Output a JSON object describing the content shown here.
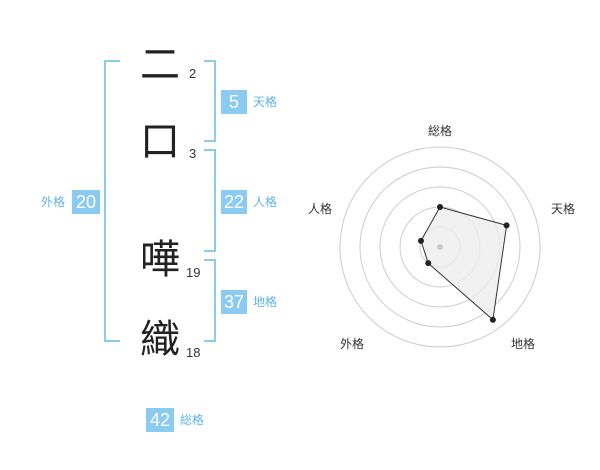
{
  "name_chars": [
    {
      "char": "二",
      "strokes": "2"
    },
    {
      "char": "口",
      "strokes": "3"
    },
    {
      "char": "嘩",
      "strokes": "19"
    },
    {
      "char": "織",
      "strokes": "18"
    }
  ],
  "fortunes": {
    "tenkaku": {
      "value": "5",
      "label": "天格"
    },
    "jinkaku": {
      "value": "22",
      "label": "人格"
    },
    "chikaku": {
      "value": "37",
      "label": "地格"
    },
    "gaikaku": {
      "value": "20",
      "label": "外格"
    },
    "soukaku": {
      "value": "42",
      "label": "総格"
    }
  },
  "radar": {
    "labels": {
      "top": "総格",
      "right": "天格",
      "bottom_right": "地格",
      "bottom_left": "外格",
      "left": "人格"
    },
    "values": {
      "soukaku": 2,
      "tenkaku": 3.5,
      "chikaku": 4.5,
      "gaikaku": 1,
      "jinkaku": 1
    },
    "max": 5,
    "colors": {
      "ring": "#cccccc",
      "fill": "#eeeeee",
      "line": "#333333",
      "point": "#222222",
      "center": "#cccccc"
    }
  }
}
